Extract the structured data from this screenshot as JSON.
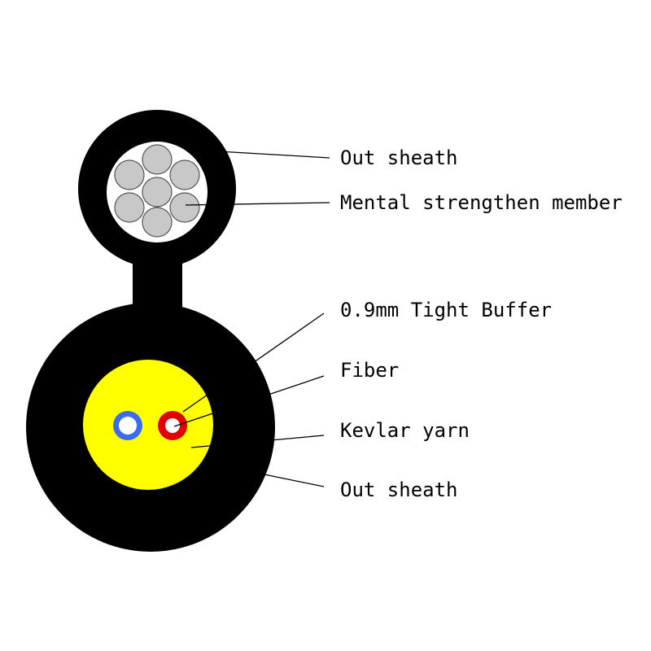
{
  "labels": {
    "out_sheath_top": "Out sheath",
    "mental_strengthen_member": "Mental strengthen member",
    "tight_buffer": "0.9mm Tight Buffer",
    "fiber": "Fiber",
    "kevlar_yarn": "Kevlar yarn",
    "out_sheath_bottom": "Out sheath"
  },
  "colors": {
    "sheath": "#000000",
    "strand": "#c8c8c8",
    "strand_outline": "#555555",
    "kevlar": "#ffff00",
    "fiber_blue": "#3a6cf0",
    "fiber_red": "#e00000",
    "fiber_core": "#ffffff",
    "leader": "#000000"
  }
}
